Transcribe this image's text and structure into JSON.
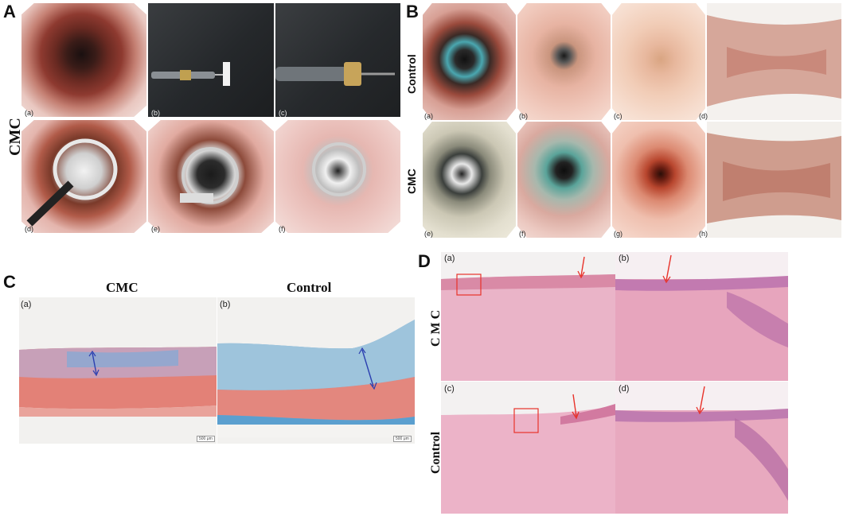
{
  "panels": {
    "A": {
      "letter": "A",
      "side_label": "CMC",
      "sublabels": [
        "(a)",
        "(b)",
        "(c)",
        "(d)",
        "(e)",
        "(f)"
      ]
    },
    "B": {
      "letter": "B",
      "row_labels": [
        "Control",
        "CMC"
      ],
      "sublabels": [
        "(a)",
        "(b)",
        "(c)",
        "(d)",
        "(e)",
        "(f)",
        "(g)",
        "(h)"
      ]
    },
    "C": {
      "letter": "C",
      "headers": [
        "CMC",
        "Control"
      ],
      "sublabels": [
        "(a)",
        "(b)"
      ],
      "scale_bar": "500 μm"
    },
    "D": {
      "letter": "D",
      "row_labels": [
        "C M C",
        "Control"
      ],
      "sublabels": [
        "(a)",
        "(b)",
        "(c)",
        "(d)"
      ]
    }
  },
  "colors": {
    "mucosa_pink": "#e8a8a0",
    "masson_red": "#e07a78",
    "masson_blue": "#6aa8d0",
    "he_pink": "#e9a3bd",
    "arrow_red": "#e8322a",
    "arrow_blue": "#2b3fb0"
  }
}
